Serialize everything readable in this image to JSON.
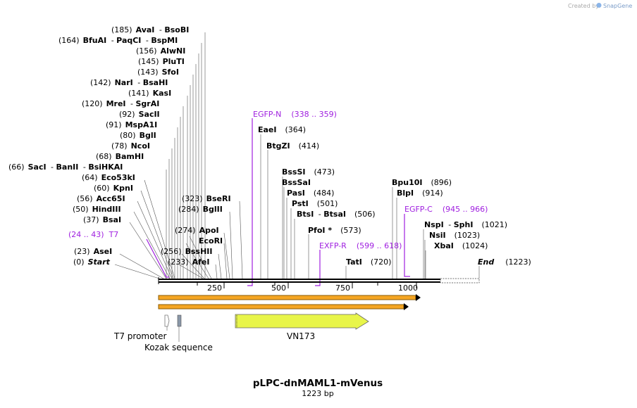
{
  "credit": {
    "prefix": "Created by",
    "brand": "SnapGene"
  },
  "plasmid": {
    "name": "pLPC-dnMAML1-mVenus",
    "size": "1223 bp"
  },
  "ticks": [
    "250",
    "500",
    "750",
    "1000"
  ],
  "sites": [
    {
      "pos": "(185)",
      "names": [
        "AvaI",
        "BsoBI"
      ]
    },
    {
      "pos": "(164)",
      "names": [
        "BfuAI",
        "PaqCI",
        "BspMI"
      ]
    },
    {
      "pos": "(156)",
      "names": [
        "AlwNI"
      ]
    },
    {
      "pos": "(145)",
      "names": [
        "PluTI"
      ]
    },
    {
      "pos": "(143)",
      "names": [
        "SfoI"
      ]
    },
    {
      "pos": "(142)",
      "names": [
        "NarI",
        "BsaHI"
      ]
    },
    {
      "pos": "(141)",
      "names": [
        "KasI"
      ]
    },
    {
      "pos": "(120)",
      "names": [
        "MreI",
        "SgrAI"
      ]
    },
    {
      "pos": "(92)",
      "names": [
        "SacII"
      ]
    },
    {
      "pos": "(91)",
      "names": [
        "MspA1I"
      ]
    },
    {
      "pos": "(80)",
      "names": [
        "BglI"
      ]
    },
    {
      "pos": "(78)",
      "names": [
        "NcoI"
      ]
    },
    {
      "pos": "(68)",
      "names": [
        "BamHI"
      ]
    },
    {
      "pos": "(66)",
      "names": [
        "SacI",
        "BanII",
        "BsiHKAI"
      ]
    },
    {
      "pos": "(64)",
      "names": [
        "Eco53kI"
      ]
    },
    {
      "pos": "(60)",
      "names": [
        "KpnI"
      ]
    },
    {
      "pos": "(56)",
      "names": [
        "Acc65I"
      ]
    },
    {
      "pos": "(50)",
      "names": [
        "HindIII"
      ]
    },
    {
      "pos": "(37)",
      "names": [
        "BsaI"
      ]
    },
    {
      "pos": "(23)",
      "names": [
        "AseI"
      ]
    },
    {
      "pos": "(0)",
      "names": [
        "Start"
      ]
    },
    {
      "pos": "(323)",
      "names": [
        "BseRI"
      ]
    },
    {
      "pos": "(284)",
      "names": [
        "BglII"
      ]
    },
    {
      "pos": "(274)",
      "names": [
        "ApoI"
      ]
    },
    {
      "pos": "",
      "names": [
        "EcoRI"
      ]
    },
    {
      "pos": "(256)",
      "names": [
        "BssHII"
      ]
    },
    {
      "pos": "(233)",
      "names": [
        "AfeI"
      ]
    },
    {
      "pos": "(364)",
      "names": [
        "EaeI"
      ]
    },
    {
      "pos": "(414)",
      "names": [
        "BtgZI"
      ]
    },
    {
      "pos": "(473)",
      "names": [
        "BssSI"
      ]
    },
    {
      "pos": "",
      "names": [
        "BssSaI"
      ]
    },
    {
      "pos": "(484)",
      "names": [
        "PasI"
      ]
    },
    {
      "pos": "(501)",
      "names": [
        "PstI"
      ]
    },
    {
      "pos": "(506)",
      "names": [
        "BtsI",
        "BtsaI"
      ]
    },
    {
      "pos": "(573)",
      "names": [
        "PfoI *"
      ]
    },
    {
      "pos": "(720)",
      "names": [
        "TatI"
      ]
    },
    {
      "pos": "(896)",
      "names": [
        "Bpu10I"
      ]
    },
    {
      "pos": "(914)",
      "names": [
        "BlpI"
      ]
    },
    {
      "pos": "(1021)",
      "names": [
        "NspI",
        "SphI"
      ]
    },
    {
      "pos": "(1023)",
      "names": [
        "NsiI"
      ]
    },
    {
      "pos": "(1024)",
      "names": [
        "XbaI"
      ]
    },
    {
      "pos": "(1223)",
      "names": [
        "End"
      ]
    }
  ],
  "primers": [
    {
      "name": "EGFP-N",
      "range": "(338 .. 359)"
    },
    {
      "name": "T7",
      "range": "(24 .. 43)"
    },
    {
      "name": "EXFP-R",
      "range": "(599 .. 618)"
    },
    {
      "name": "EGFP-C",
      "range": "(945 .. 966)"
    }
  ],
  "features": [
    {
      "name": "T7 promoter"
    },
    {
      "name": "Kozak sequence"
    },
    {
      "name": "VN173"
    }
  ],
  "colors": {
    "primer": "#a020e0",
    "orf_fill": "#f5a623",
    "orf_border": "#8a5a00",
    "vn173_fill": "#e8f54a",
    "kozak_fill": "#8a97a8"
  }
}
